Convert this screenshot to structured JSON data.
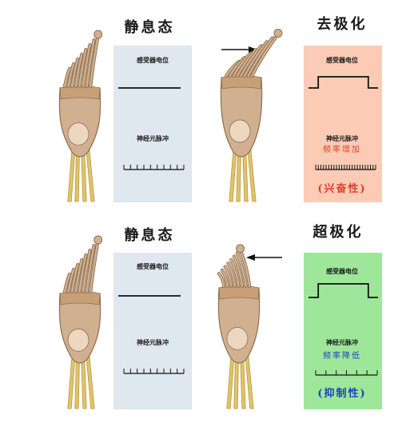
{
  "colors": {
    "cell_fill": "#d0b090",
    "cell_stroke": "#8c7050",
    "cell_top": "#c8a078",
    "nucleus": "#ebd8be",
    "axon": "#e2c36a",
    "axon_stroke": "#b59a45",
    "rest_bg": "#dfe7ef",
    "depol_bg": "#fbcbb5",
    "hyper_bg": "#9ee79a",
    "increase_text": "#e53b2c",
    "decrease_text": "#1f3fbf",
    "line": "#111111"
  },
  "panels": [
    {
      "id": "resting-top",
      "title": "静息态",
      "receptor_label": "感受器电位",
      "neuron_label": "神经元脉冲",
      "note": "",
      "tag": "",
      "arrow": "none",
      "stereocilia": "upright",
      "potential": "flat",
      "bg": "rest_bg",
      "spike_count": 10
    },
    {
      "id": "depolarization",
      "title": "去极化",
      "receptor_label": "感受器电位",
      "neuron_label": "神经元脉冲",
      "note": "频率增加",
      "tag": "(兴奋性)",
      "arrow": "right",
      "stereocilia": "right",
      "potential": "up",
      "bg": "depol_bg",
      "spike_count": 24
    },
    {
      "id": "resting-bottom",
      "title": "静息态",
      "receptor_label": "感受器电位",
      "neuron_label": "神经元脉冲",
      "note": "",
      "tag": "",
      "arrow": "none",
      "stereocilia": "upright",
      "potential": "flat",
      "bg": "rest_bg",
      "spike_count": 10
    },
    {
      "id": "hyperpolarization",
      "title": "超极化",
      "receptor_label": "感受器电位",
      "neuron_label": "神经元脉冲",
      "note": "频率降低",
      "tag": "(抑制性)",
      "arrow": "left",
      "stereocilia": "left",
      "potential": "up",
      "bg": "hyper_bg",
      "spike_count": 7
    }
  ]
}
